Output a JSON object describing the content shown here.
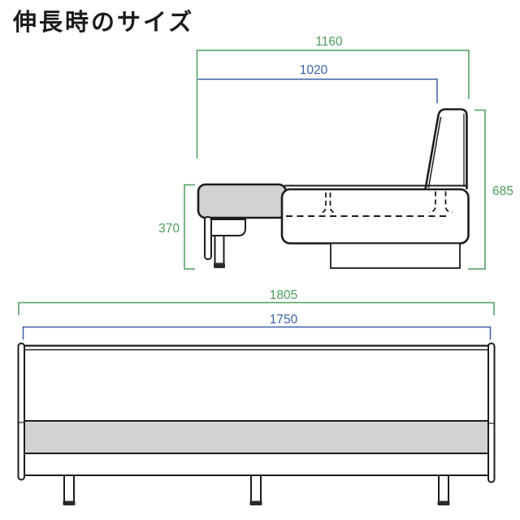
{
  "title": "伸長時のサイズ",
  "colors": {
    "dimension_green": "#4a9e5c",
    "dimension_blue": "#3a5fa5",
    "fill_gray": "#d2d2d2",
    "line_black": "#1c1c1c",
    "foot_dark": "#2a2a2a",
    "background": "#ffffff"
  },
  "side_view": {
    "dim_total_width": "1160",
    "dim_seat_depth": "1020",
    "dim_total_height": "685",
    "dim_seat_height": "370"
  },
  "front_view": {
    "dim_total_length": "1805",
    "dim_inner_length": "1750"
  }
}
